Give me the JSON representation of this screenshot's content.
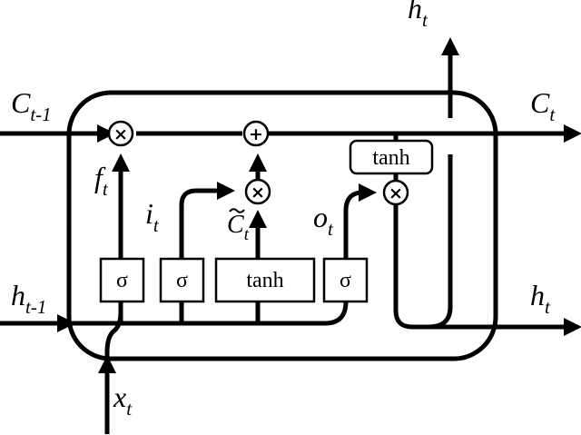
{
  "labels": {
    "c_prev": {
      "base": "C",
      "sub": "t-1"
    },
    "c_out": {
      "base": "C",
      "sub": "t"
    },
    "h_top": {
      "base": "h",
      "sub": "t"
    },
    "h_prev": {
      "base": "h",
      "sub": "t-1"
    },
    "h_out": {
      "base": "h",
      "sub": "t"
    },
    "x_in": {
      "base": "x",
      "sub": "t"
    },
    "f_gate": {
      "base": "f",
      "sub": "t"
    },
    "i_gate": {
      "base": "i",
      "sub": "t"
    },
    "c_tilde": {
      "base": "C",
      "sub": "t"
    },
    "o_gate": {
      "base": "o",
      "sub": "t"
    }
  },
  "gates": {
    "sigma_forget": "σ",
    "sigma_input": "σ",
    "tanh_candidate": "tanh",
    "sigma_output": "σ",
    "tanh_cell": "tanh"
  },
  "operators": {
    "forget_multiply": "×",
    "cell_add": "+",
    "input_multiply": "×",
    "output_multiply": "×"
  }
}
